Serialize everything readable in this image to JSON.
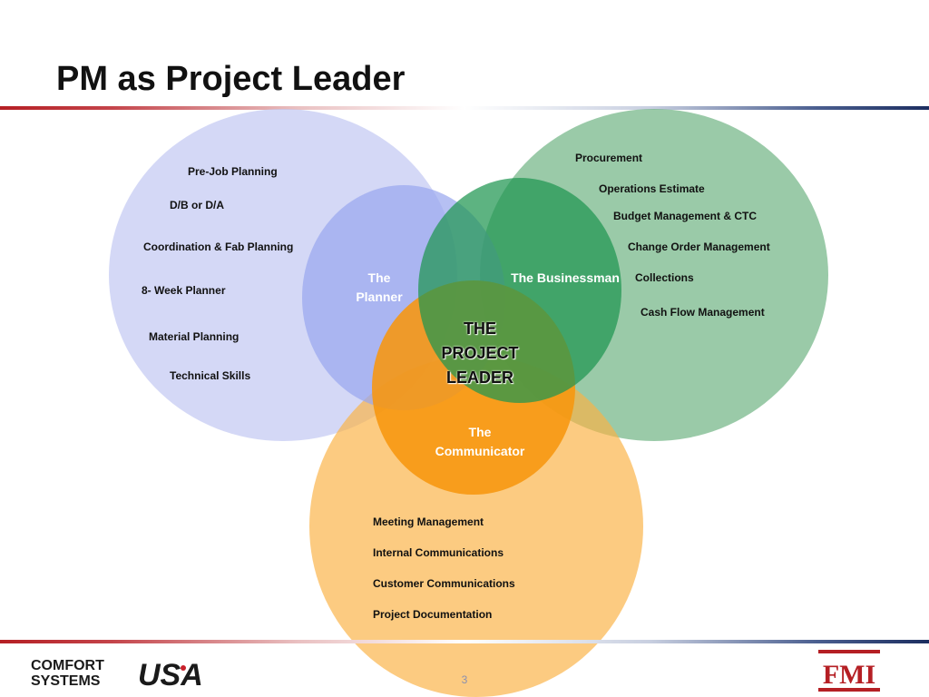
{
  "title": "PM as Project Leader",
  "page_number": "3",
  "colors": {
    "planner_big": "#c4c9f2",
    "planner_small": "#9aa8ee",
    "business_big": "#6fb383",
    "business_small": "#1f9650",
    "communicator_big": "#fbb345",
    "communicator_small": "#f7960e",
    "rule_left": "#b51f24",
    "rule_right": "#1c2e60"
  },
  "planner": {
    "role": [
      "The",
      "Planner"
    ],
    "items": [
      "Pre-Job Planning",
      "D/B or D/A",
      "Coordination & Fab Planning",
      "8- Week Planner",
      "Material Planning",
      "Technical Skills"
    ]
  },
  "businessman": {
    "role": "The Businessman",
    "items": [
      "Procurement",
      "Operations Estimate",
      "Budget Management & CTC",
      "Change Order Management",
      "Collections",
      "Cash Flow Management"
    ]
  },
  "communicator": {
    "role": [
      "The",
      "Communicator"
    ],
    "items": [
      "Meeting Management",
      "Internal Communications",
      "Customer Communications",
      "Project Documentation"
    ]
  },
  "center": [
    "THE",
    "PROJECT",
    "LEADER"
  ],
  "logos": {
    "left": {
      "line1": "COMFORT",
      "line2": "SYSTEMS",
      "mark": "USA"
    },
    "right": {
      "text": "FMI"
    }
  }
}
